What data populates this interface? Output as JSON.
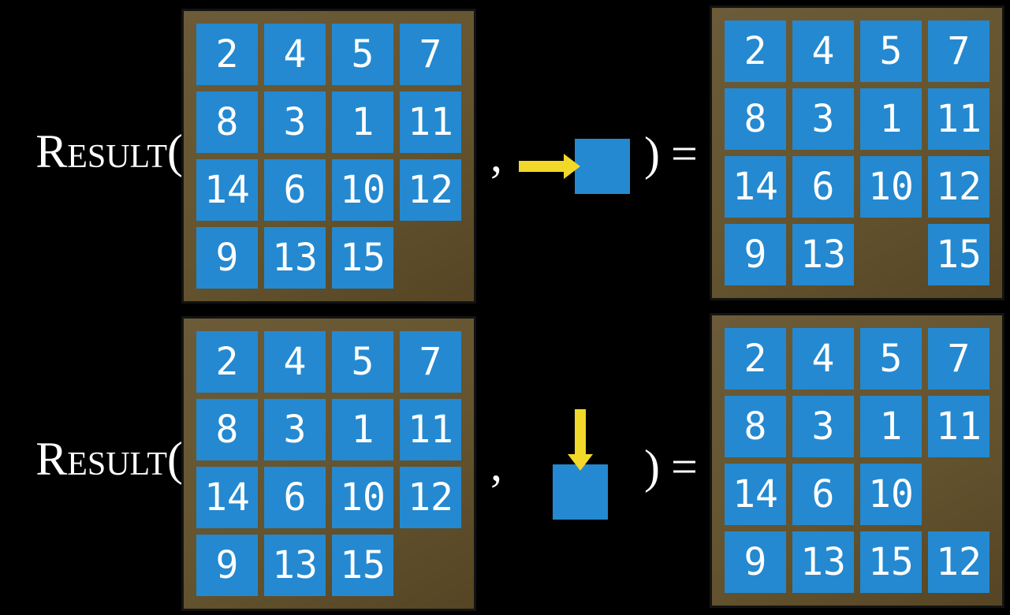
{
  "labels": {
    "function_name": "Result",
    "open_paren": "(",
    "comma": ",",
    "close_paren": ")",
    "equals": "="
  },
  "colors": {
    "tile_blue": "#2489D0",
    "frame_brown_light": "#6C5B38",
    "frame_brown_dark": "#554524",
    "arrow_yellow": "#F2D829",
    "text_white": "#FFFFFF",
    "background": "#000000"
  },
  "examples": [
    {
      "name": "slide-right-example",
      "action_icon": "arrow-right-icon",
      "input_grid": [
        [
          "2",
          "4",
          "5",
          "7"
        ],
        [
          "8",
          "3",
          "1",
          "11"
        ],
        [
          "14",
          "6",
          "10",
          "12"
        ],
        [
          "9",
          "13",
          "15",
          ""
        ]
      ],
      "output_grid": [
        [
          "2",
          "4",
          "5",
          "7"
        ],
        [
          "8",
          "3",
          "1",
          "11"
        ],
        [
          "14",
          "6",
          "10",
          "12"
        ],
        [
          "9",
          "13",
          "",
          "15"
        ]
      ]
    },
    {
      "name": "slide-down-example",
      "action_icon": "arrow-down-icon",
      "input_grid": [
        [
          "2",
          "4",
          "5",
          "7"
        ],
        [
          "8",
          "3",
          "1",
          "11"
        ],
        [
          "14",
          "6",
          "10",
          "12"
        ],
        [
          "9",
          "13",
          "15",
          ""
        ]
      ],
      "output_grid": [
        [
          "2",
          "4",
          "5",
          "7"
        ],
        [
          "8",
          "3",
          "1",
          "11"
        ],
        [
          "14",
          "6",
          "10",
          ""
        ],
        [
          "9",
          "13",
          "15",
          "12"
        ]
      ]
    }
  ]
}
